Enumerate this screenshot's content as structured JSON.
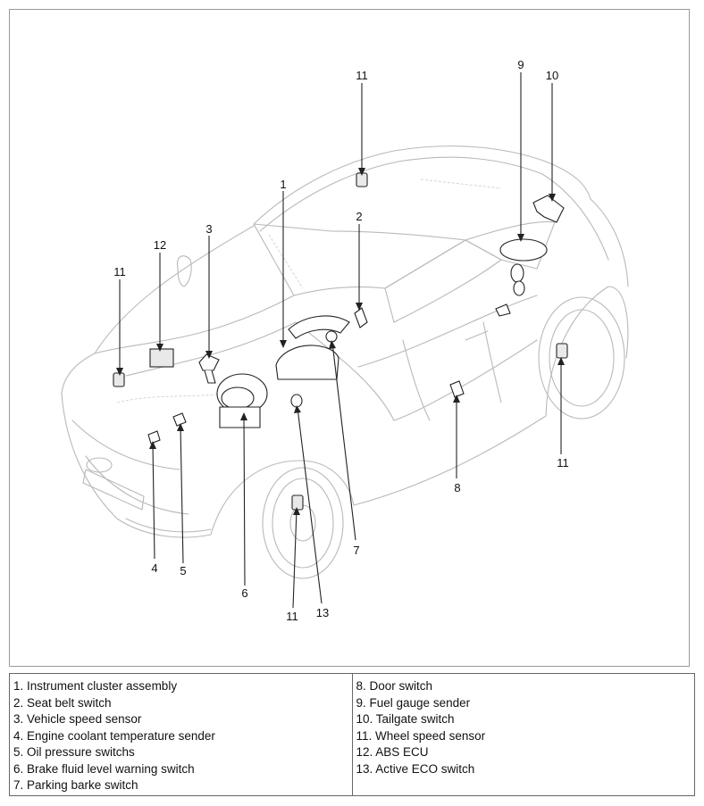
{
  "callouts": [
    "11",
    "9",
    "10",
    "1",
    "2",
    "12",
    "3",
    "11",
    "11",
    "8",
    "7",
    "4",
    "5",
    "6",
    "11",
    "13"
  ],
  "legend": {
    "left": [
      "1. Instrument cluster assembly",
      "2. Seat belt switch",
      "3. Vehicle speed sensor",
      "4. Engine coolant temperature sender",
      "5. Oil pressure switchs",
      "6. Brake fluid level warning switch",
      "7. Parking barke switch"
    ],
    "right": [
      "8. Door switch",
      "9. Fuel gauge sender",
      "10. Tailgate switch",
      "11. Wheel speed sensor",
      "12. ABS ECU",
      "13. Active ECO switch"
    ]
  }
}
